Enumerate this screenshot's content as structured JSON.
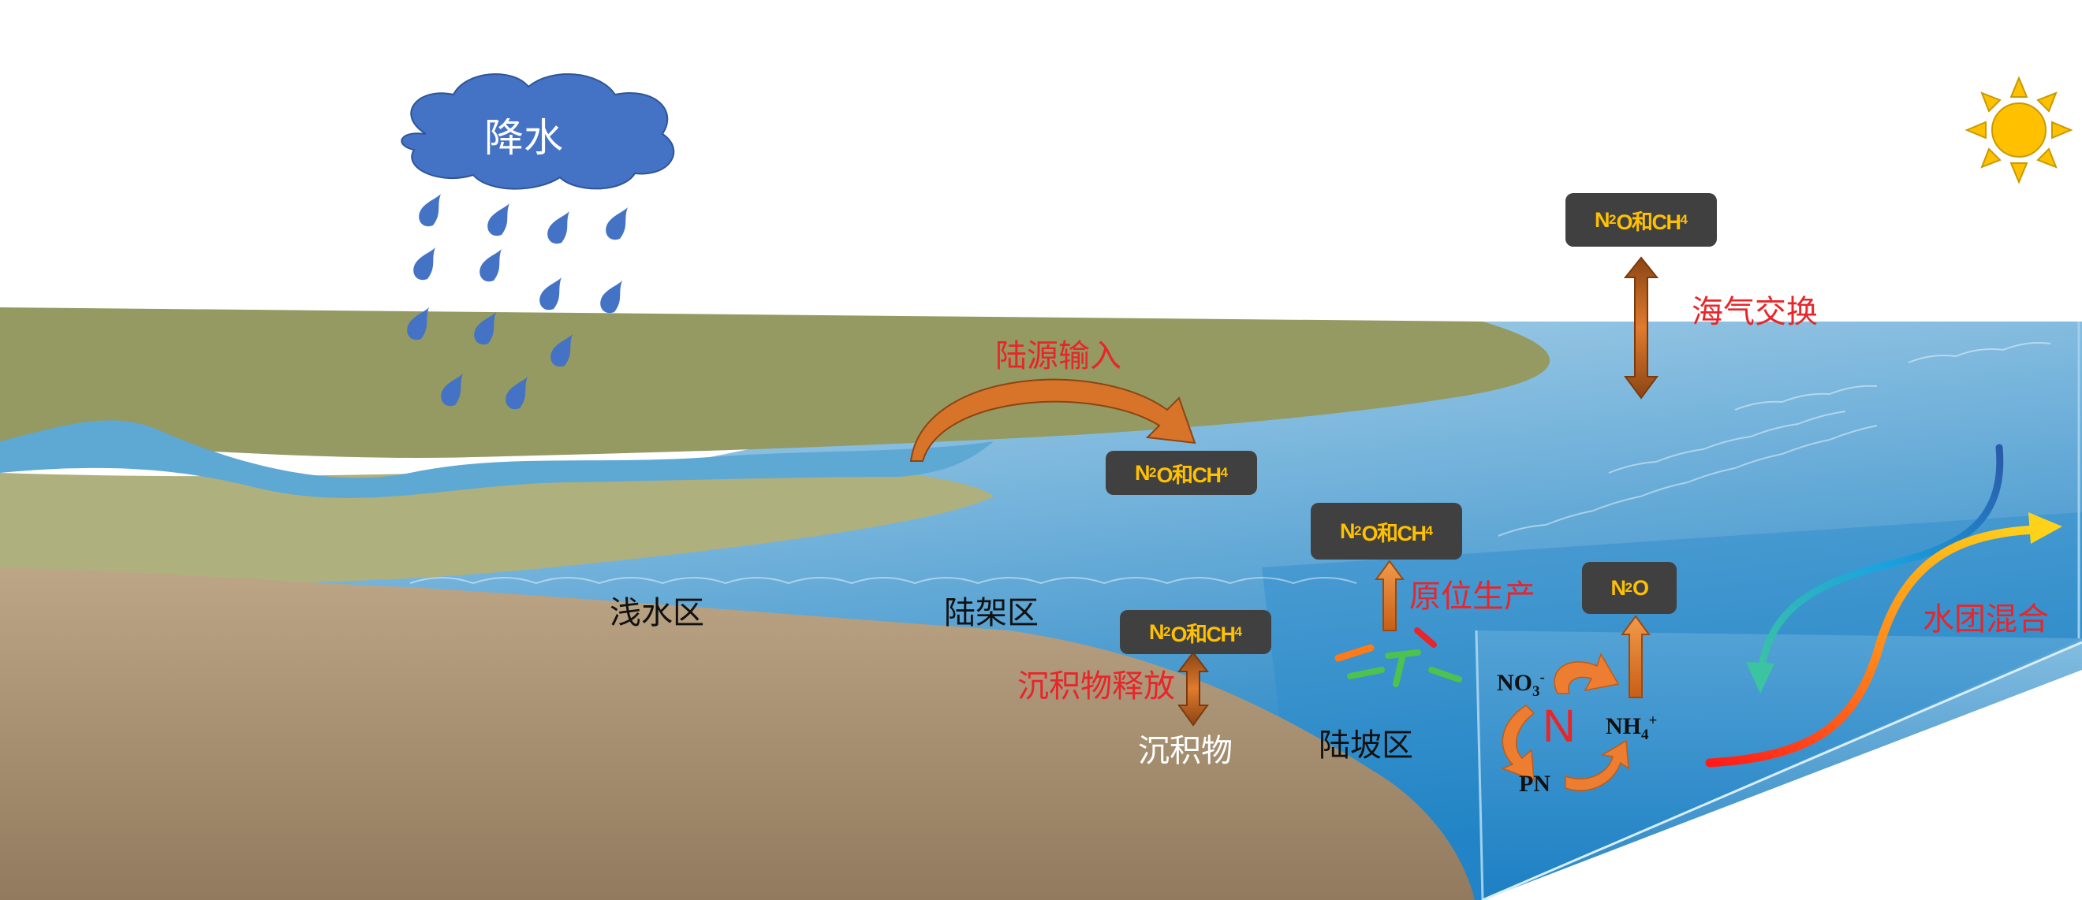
{
  "cloud": {
    "label": "降水"
  },
  "labels": {
    "land_input": "陆源输入",
    "sea_air_exchange": "海气交换",
    "in_situ_production": "原位生产",
    "water_mass_mixing": "水团混合",
    "sediment_release": "沉积物释放",
    "sediment": "沉积物",
    "shallow_zone": "浅水区",
    "shelf_zone": "陆架区",
    "slope_zone": "陆坡区"
  },
  "boxes": {
    "gas_symbol_main": "N",
    "gas_symbol_sub": "2",
    "gas_symbol_tail": "O和CH",
    "gas_symbol_sub2": "4",
    "n2o_main": "N",
    "n2o_sub": "2",
    "n2o_tail": "O"
  },
  "n_cycle": {
    "center": "N",
    "no3": "NO",
    "no3_sub": "3",
    "no3_sup": "-",
    "nh4": "NH",
    "nh4_sub": "4",
    "nh4_sup": "+",
    "pn": "PN"
  },
  "colors": {
    "cloud": "#4472c4",
    "rain": "#4472c4",
    "land_top": "#949a62",
    "land_lower": "#aeb07e",
    "river": "#5ea8d4",
    "sediment": "#a99072",
    "ocean_light": "#a8cde4",
    "ocean_deep": "#1a84c5",
    "box_bg": "#404040",
    "box_text": "#ffc000",
    "arrow_orange": "#e07b2e",
    "label_red": "#e8262a",
    "sun": "#ffc000"
  }
}
